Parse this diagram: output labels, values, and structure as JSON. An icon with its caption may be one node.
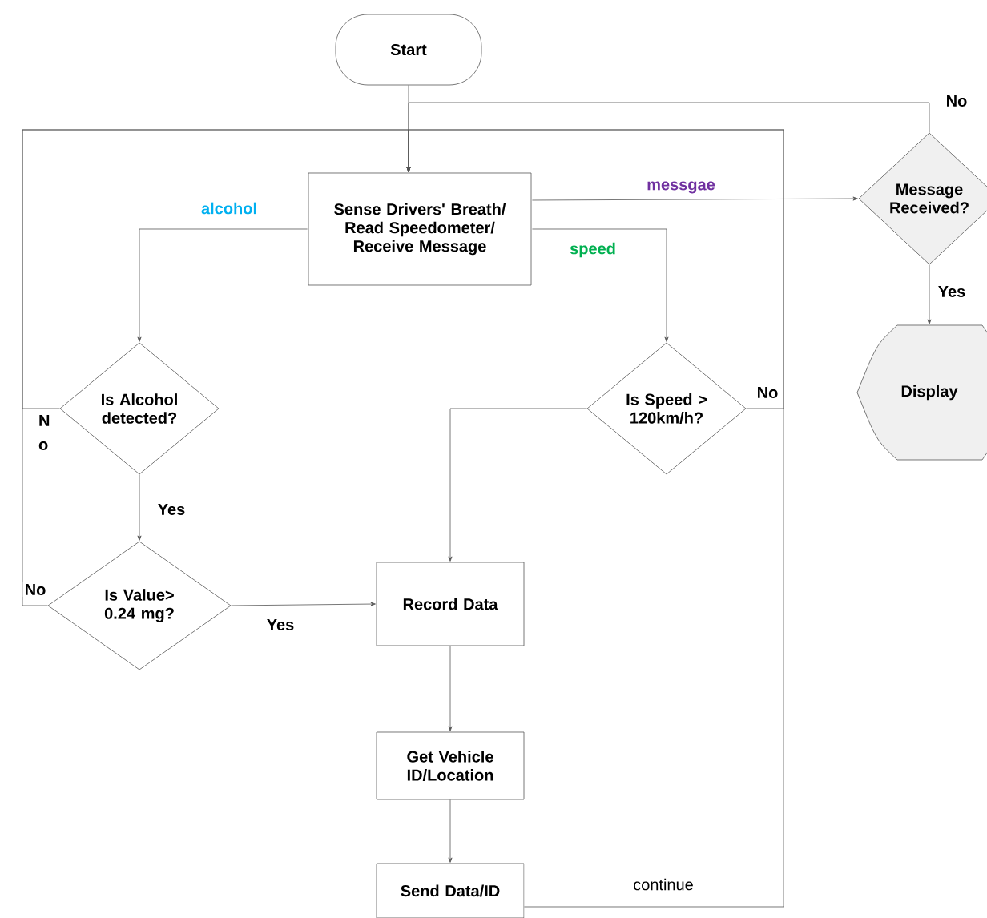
{
  "diagram": {
    "nodes": [
      {
        "text": [
          "Start"
        ]
      },
      {
        "text": [
          "Sense Drivers' Breath/ Read Speedometer/ Receive Message"
        ]
      },
      {
        "text": [
          "Message Received?"
        ]
      },
      {
        "text": [
          "Display"
        ]
      },
      {
        "text": [
          "Is Alcohol detected?"
        ]
      },
      {
        "text": [
          "Is Speed > 120km/h?"
        ]
      },
      {
        "text": [
          "Is Value> 0.24 mg?"
        ]
      },
      {
        "text": [
          "Record Data"
        ]
      },
      {
        "text": [
          "Get Vehicle ID/Location"
        ]
      },
      {
        "text": [
          "Send Data/ID"
        ]
      }
    ],
    "edges": [
      {
        "from": 0,
        "to": 1,
        "arrow": "to"
      },
      {
        "from": 1,
        "to": 2,
        "arrow": "to",
        "label": "messgae"
      },
      {
        "from": 1,
        "to": 4,
        "arrow": "to",
        "label": "alcohol"
      },
      {
        "from": 1,
        "to": 5,
        "arrow": "to",
        "label": "speed"
      },
      {
        "from": 2,
        "to": 1,
        "arrow": "to",
        "label": "No"
      },
      {
        "from": 2,
        "to": 3,
        "arrow": "to",
        "label": "Yes"
      },
      {
        "from": 4,
        "to": 1,
        "arrow": "to",
        "label": "N o"
      },
      {
        "from": 4,
        "to": 6,
        "arrow": "to",
        "label": "Yes"
      },
      {
        "from": 6,
        "to": 1,
        "arrow": "to",
        "label": "No"
      },
      {
        "from": 6,
        "to": 7,
        "arrow": "to",
        "label": "Yes"
      },
      {
        "from": 5,
        "to": 7,
        "arrow": "to"
      },
      {
        "from": 5,
        "to": 1,
        "arrow": "to",
        "label": "No"
      },
      {
        "from": 7,
        "to": 8,
        "arrow": "to"
      },
      {
        "from": 8,
        "to": 9,
        "arrow": "to"
      },
      {
        "from": 9,
        "to": 1,
        "arrow": "to",
        "label": "continue"
      }
    ]
  }
}
